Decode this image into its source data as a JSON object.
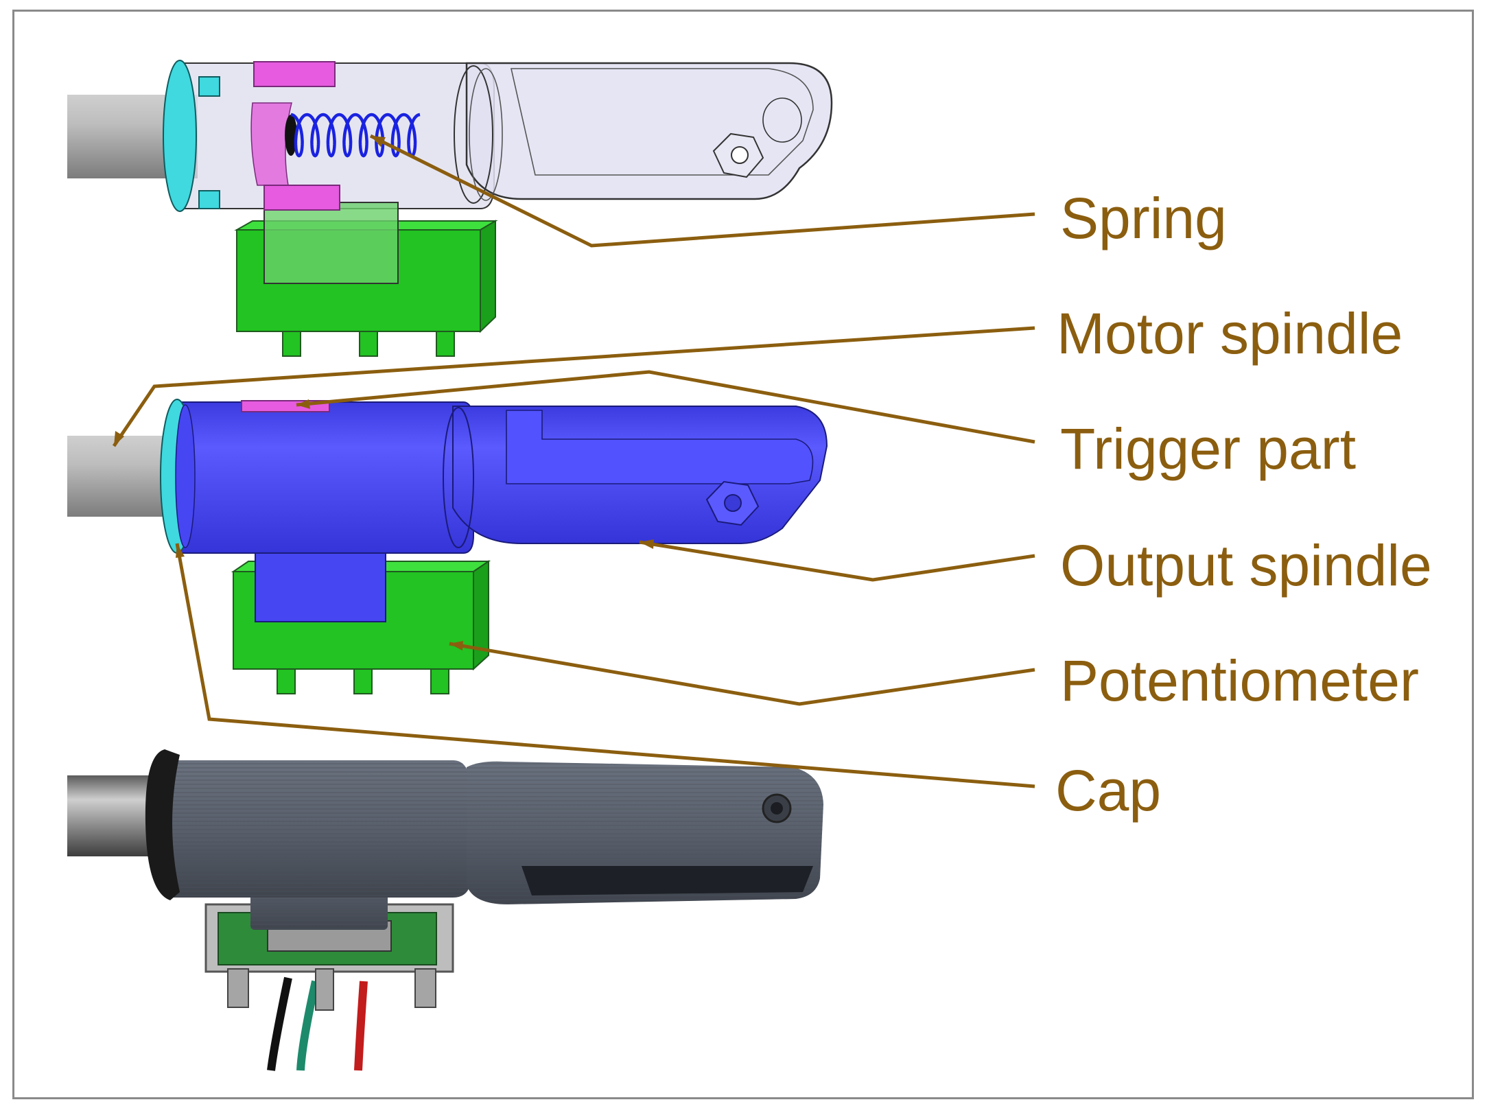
{
  "labels": {
    "spring": "Spring",
    "motor_spindle": "Motor spindle",
    "trigger_part": "Trigger part",
    "output_spindle": "Output spindle",
    "potentiometer": "Potentiometer",
    "cap": "Cap"
  },
  "colors": {
    "annotation": "#8B5E0F",
    "rod": "#A9A9A9",
    "cap_ring": "#3FD9DF",
    "trigger": "#E65BE0",
    "spring": "#1A22E0",
    "body_solid": "#4646F2",
    "transparent_body": "#D9D9EC",
    "potentiometer": "#22C322",
    "printed_part": "#5A616E",
    "metal_rod": "#8E8E8E",
    "pcb": "#2E8B3A"
  }
}
